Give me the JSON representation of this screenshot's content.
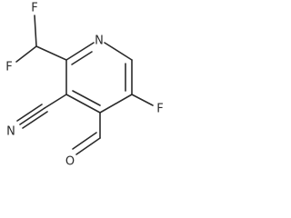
{
  "molecule": {
    "atoms": {
      "f_top": "F",
      "f_left": "F",
      "n_ring": "N",
      "f_ring": "F",
      "n_nitrile": "N",
      "o_aldehyde": "O"
    }
  }
}
